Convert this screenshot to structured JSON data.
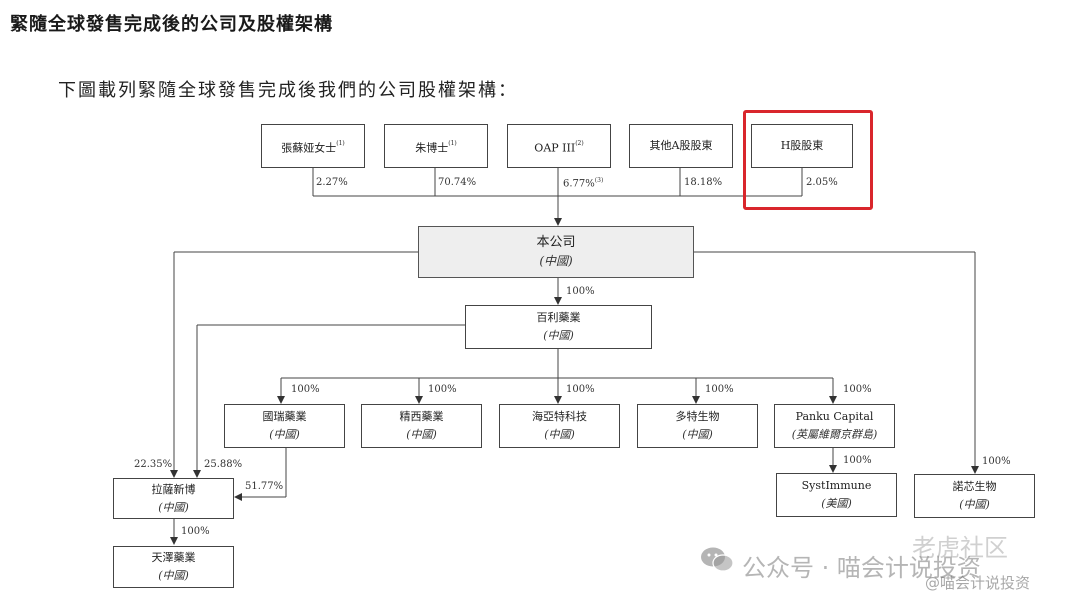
{
  "heading": "緊隨全球發售完成後的公司及股權架構",
  "intro": "下圖載列緊隨全球發售完成後我們的公司股權架構：",
  "shareholders": [
    {
      "name": "張蘇娅女士",
      "note": "(1)",
      "pct": "2.27%"
    },
    {
      "name": "朱博士",
      "note": "(1)",
      "pct": "70.74%"
    },
    {
      "name": "OAP III",
      "note": "(2)",
      "pct": "6.77%",
      "pct_note": "(3)"
    },
    {
      "name": "其他A股股東",
      "note": "",
      "pct": "18.18%"
    },
    {
      "name": "H股股東",
      "note": "",
      "pct": "2.05%"
    }
  ],
  "company": {
    "name": "本公司",
    "juris": "(中國)"
  },
  "baili": {
    "name": "百利藥業",
    "juris": "(中國)",
    "pct": "100%"
  },
  "subs": [
    {
      "name": "國瑞藥業",
      "juris": "(中國)",
      "pct": "100%"
    },
    {
      "name": "精西藥業",
      "juris": "(中國)",
      "pct": "100%"
    },
    {
      "name": "海亞特科技",
      "juris": "(中國)",
      "pct": "100%"
    },
    {
      "name": "多特生物",
      "juris": "(中國)",
      "pct": "100%"
    },
    {
      "name": "Panku Capital",
      "juris": "(英屬維爾京群島)",
      "pct": "100%"
    }
  ],
  "lasa": {
    "name": "拉薩新博",
    "juris": "(中國)",
    "pct_company": "22.35%",
    "pct_baili": "25.88%",
    "pct_guorui": "51.77%"
  },
  "tianze": {
    "name": "天澤藥業",
    "juris": "(中國)",
    "pct": "100%"
  },
  "systimmune": {
    "name": "SystImmune",
    "juris": "(美國)",
    "pct": "100%"
  },
  "nuoxin": {
    "name": "諾芯生物",
    "juris": "(中國)",
    "pct": "100%"
  },
  "watermark": {
    "main": "公众号 · 喵会计说投资",
    "logo": "老虎社区",
    "sub": "@喵会计说投资"
  },
  "colors": {
    "highlight": "#d9262c",
    "main_box_bg": "#eeeeee"
  }
}
